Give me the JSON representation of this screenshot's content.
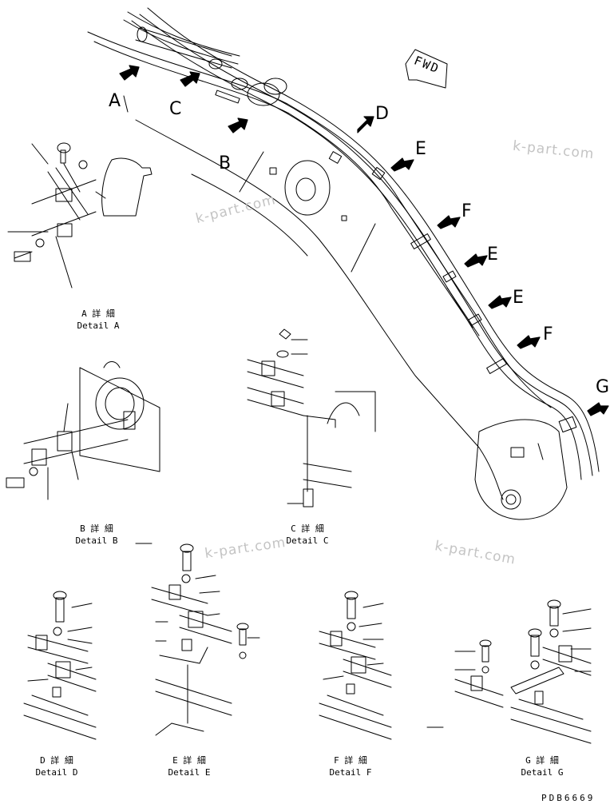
{
  "figure": {
    "part_number": "PDB6669",
    "fwd_label": "FWD",
    "colors": {
      "line": "#000000",
      "watermark": "#c4c4c4",
      "background": "#ffffff"
    }
  },
  "callouts": {
    "A": "A",
    "B": "B",
    "C": "C",
    "D": "D",
    "E1": "E",
    "E2": "E",
    "E3": "E",
    "F1": "F",
    "F2": "F",
    "G": "G"
  },
  "details": {
    "A": {
      "jp": "A 詳 細",
      "en": "Detail A"
    },
    "B": {
      "jp": "B 詳 細",
      "en": "Detail B"
    },
    "C": {
      "jp": "C 詳 細",
      "en": "Detail C"
    },
    "D": {
      "jp": "D 詳 細",
      "en": "Detail D"
    },
    "E": {
      "jp": "E 詳 細",
      "en": "Detail E"
    },
    "F": {
      "jp": "F 詳 細",
      "en": "Detail F"
    },
    "G": {
      "jp": "G 詳 細",
      "en": "Detail G"
    }
  },
  "watermarks": [
    "k-part.com",
    "k-part.com",
    "k-part.com",
    "k-part.com"
  ]
}
